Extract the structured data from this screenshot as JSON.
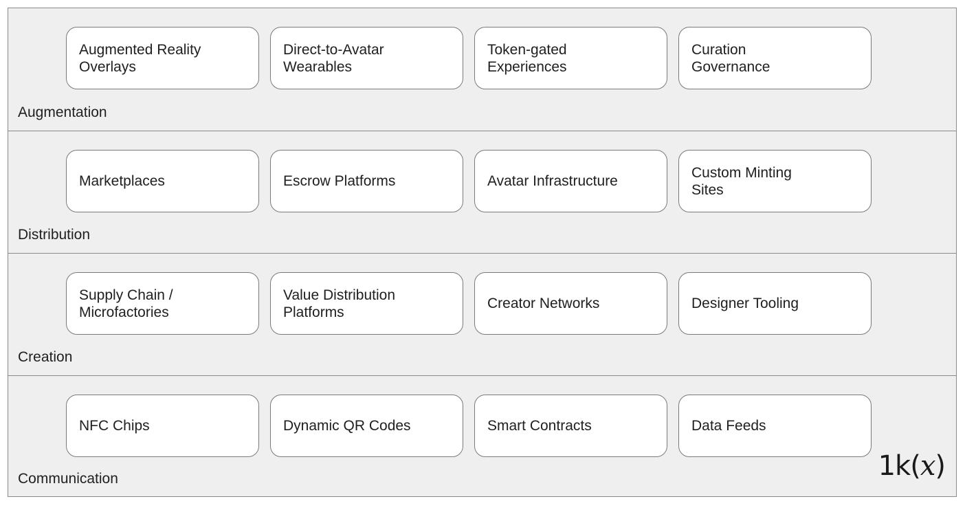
{
  "layers": [
    {
      "label": "Augmentation",
      "boxes": [
        "Augmented Reality\nOverlays",
        "Direct-to-Avatar\nWearables",
        "Token-gated\nExperiences",
        "Curation\nGovernance"
      ]
    },
    {
      "label": "Distribution",
      "boxes": [
        "Marketplaces",
        "Escrow Platforms",
        "Avatar Infrastructure",
        "Custom Minting\nSites"
      ]
    },
    {
      "label": "Creation",
      "boxes": [
        "Supply Chain /\nMicrofactories",
        "Value Distribution\nPlatforms",
        "Creator Networks",
        "Designer Tooling"
      ]
    },
    {
      "label": "Communication",
      "boxes": [
        "NFC Chips",
        "Dynamic QR Codes",
        "Smart Contracts",
        "Data Feeds"
      ]
    }
  ],
  "logo": {
    "prefix": "1k(",
    "variable": "x",
    "suffix": ")"
  }
}
